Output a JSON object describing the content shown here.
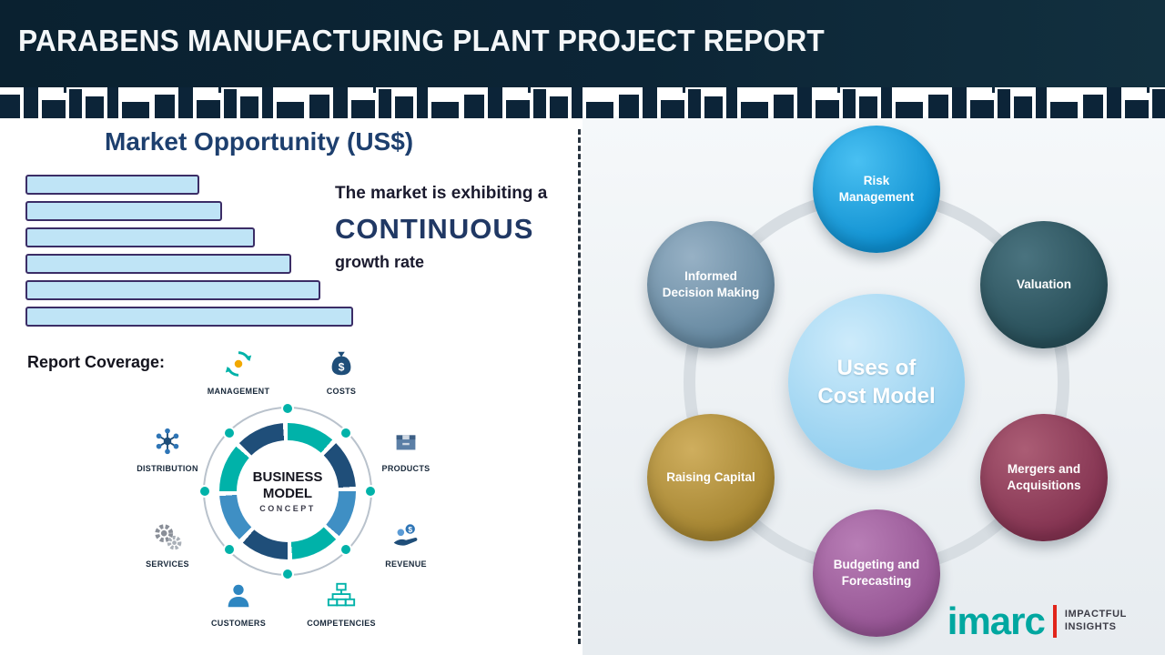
{
  "header": {
    "title": "PARABENS MANUFACTURING PLANT PROJECT REPORT"
  },
  "market": {
    "heading": "Market Opportunity (US$)",
    "growth_line1": "The market is exhibiting a",
    "growth_line2": "CONTINUOUS",
    "growth_line3": "growth rate"
  },
  "chart_data": {
    "type": "bar",
    "orientation": "horizontal",
    "title": "Market Opportunity (US$)",
    "categories": [
      "bar-1",
      "bar-2",
      "bar-3",
      "bar-4",
      "bar-5",
      "bar-6"
    ],
    "values": [
      53,
      60,
      70,
      81,
      90,
      100
    ],
    "value_note": "relative bar lengths; no axis or data labels shown in image",
    "bar_fill": "#bfe4f6",
    "bar_border": "#3b2d66",
    "grid": false,
    "legend": false
  },
  "report_coverage": {
    "label": "Report Coverage:",
    "center": {
      "line1": "BUSINESS",
      "line2": "MODEL",
      "line3": "CONCEPT"
    },
    "items": [
      {
        "icon": "management-icon",
        "label": "MANAGEMENT"
      },
      {
        "icon": "costs-icon",
        "label": "COSTS"
      },
      {
        "icon": "distribution-icon",
        "label": "DISTRIBUTION"
      },
      {
        "icon": "products-icon",
        "label": "PRODUCTS"
      },
      {
        "icon": "services-icon",
        "label": "SERVICES"
      },
      {
        "icon": "revenue-icon",
        "label": "REVENUE"
      },
      {
        "icon": "customers-icon",
        "label": "CUSTOMERS"
      },
      {
        "icon": "competencies-icon",
        "label": "COMPETENCIES"
      }
    ]
  },
  "cost_model": {
    "center_line1": "Uses of",
    "center_line2": "Cost Model",
    "center_color": {
      "light": "#cdebfb",
      "base": "#93cfef"
    },
    "nodes": [
      {
        "label": "Risk Management",
        "color": {
          "light": "#49c0f2",
          "base": "#0e8fd0"
        }
      },
      {
        "label": "Informed Decision Making",
        "color": {
          "light": "#97b1c5",
          "base": "#64879f"
        }
      },
      {
        "label": "Valuation",
        "color": {
          "light": "#4a737f",
          "base": "#274e58"
        }
      },
      {
        "label": "Raising Capital",
        "color": {
          "light": "#cfae5e",
          "base": "#a3832f"
        }
      },
      {
        "label": "Mergers and Acquisitions",
        "color": {
          "light": "#ab5d75",
          "base": "#833250"
        }
      },
      {
        "label": "Budgeting and Forecasting",
        "color": {
          "light": "#b87eb6",
          "base": "#945392"
        }
      }
    ]
  },
  "logo": {
    "wordmark": "imarc",
    "tagline_line1": "IMPACTFUL",
    "tagline_line2": "INSIGHTS",
    "brand_teal": "#00a7a0",
    "brand_red": "#e1251b"
  }
}
